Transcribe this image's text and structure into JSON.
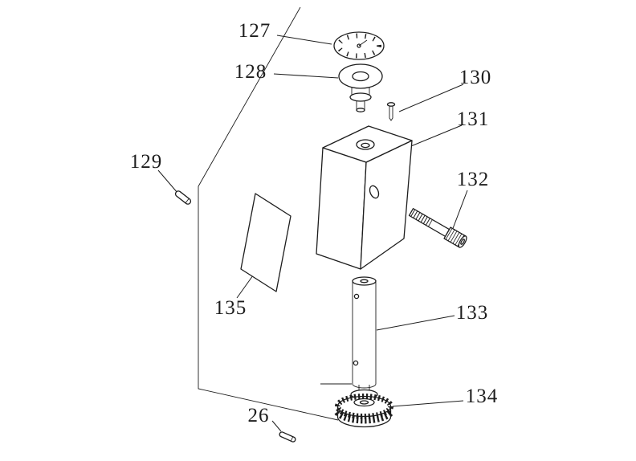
{
  "colors": {
    "background": "#ffffff",
    "line": "#1d1d1d",
    "text": "#1d1d1d"
  },
  "callouts": [
    {
      "label": "127",
      "part": "indicator-dial"
    },
    {
      "label": "128",
      "part": "dial-cap"
    },
    {
      "label": "129",
      "part": "dowel-pin"
    },
    {
      "label": "130",
      "part": "set-screw"
    },
    {
      "label": "131",
      "part": "housing-block"
    },
    {
      "label": "132",
      "part": "socket-head-cap-screw"
    },
    {
      "label": "133",
      "part": "shaft"
    },
    {
      "label": "134",
      "part": "gear"
    },
    {
      "label": "135",
      "part": "label-plate"
    },
    {
      "label": "26",
      "part": "dowel-pin"
    }
  ]
}
